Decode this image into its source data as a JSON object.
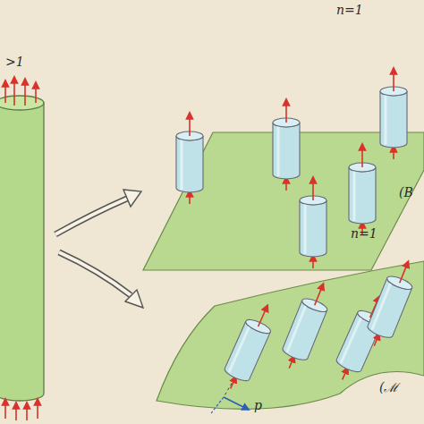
{
  "diagram": {
    "labels": [
      ">1",
      "n=1",
      "(B",
      "n=1",
      "(ℳ",
      "p"
    ]
  }
}
